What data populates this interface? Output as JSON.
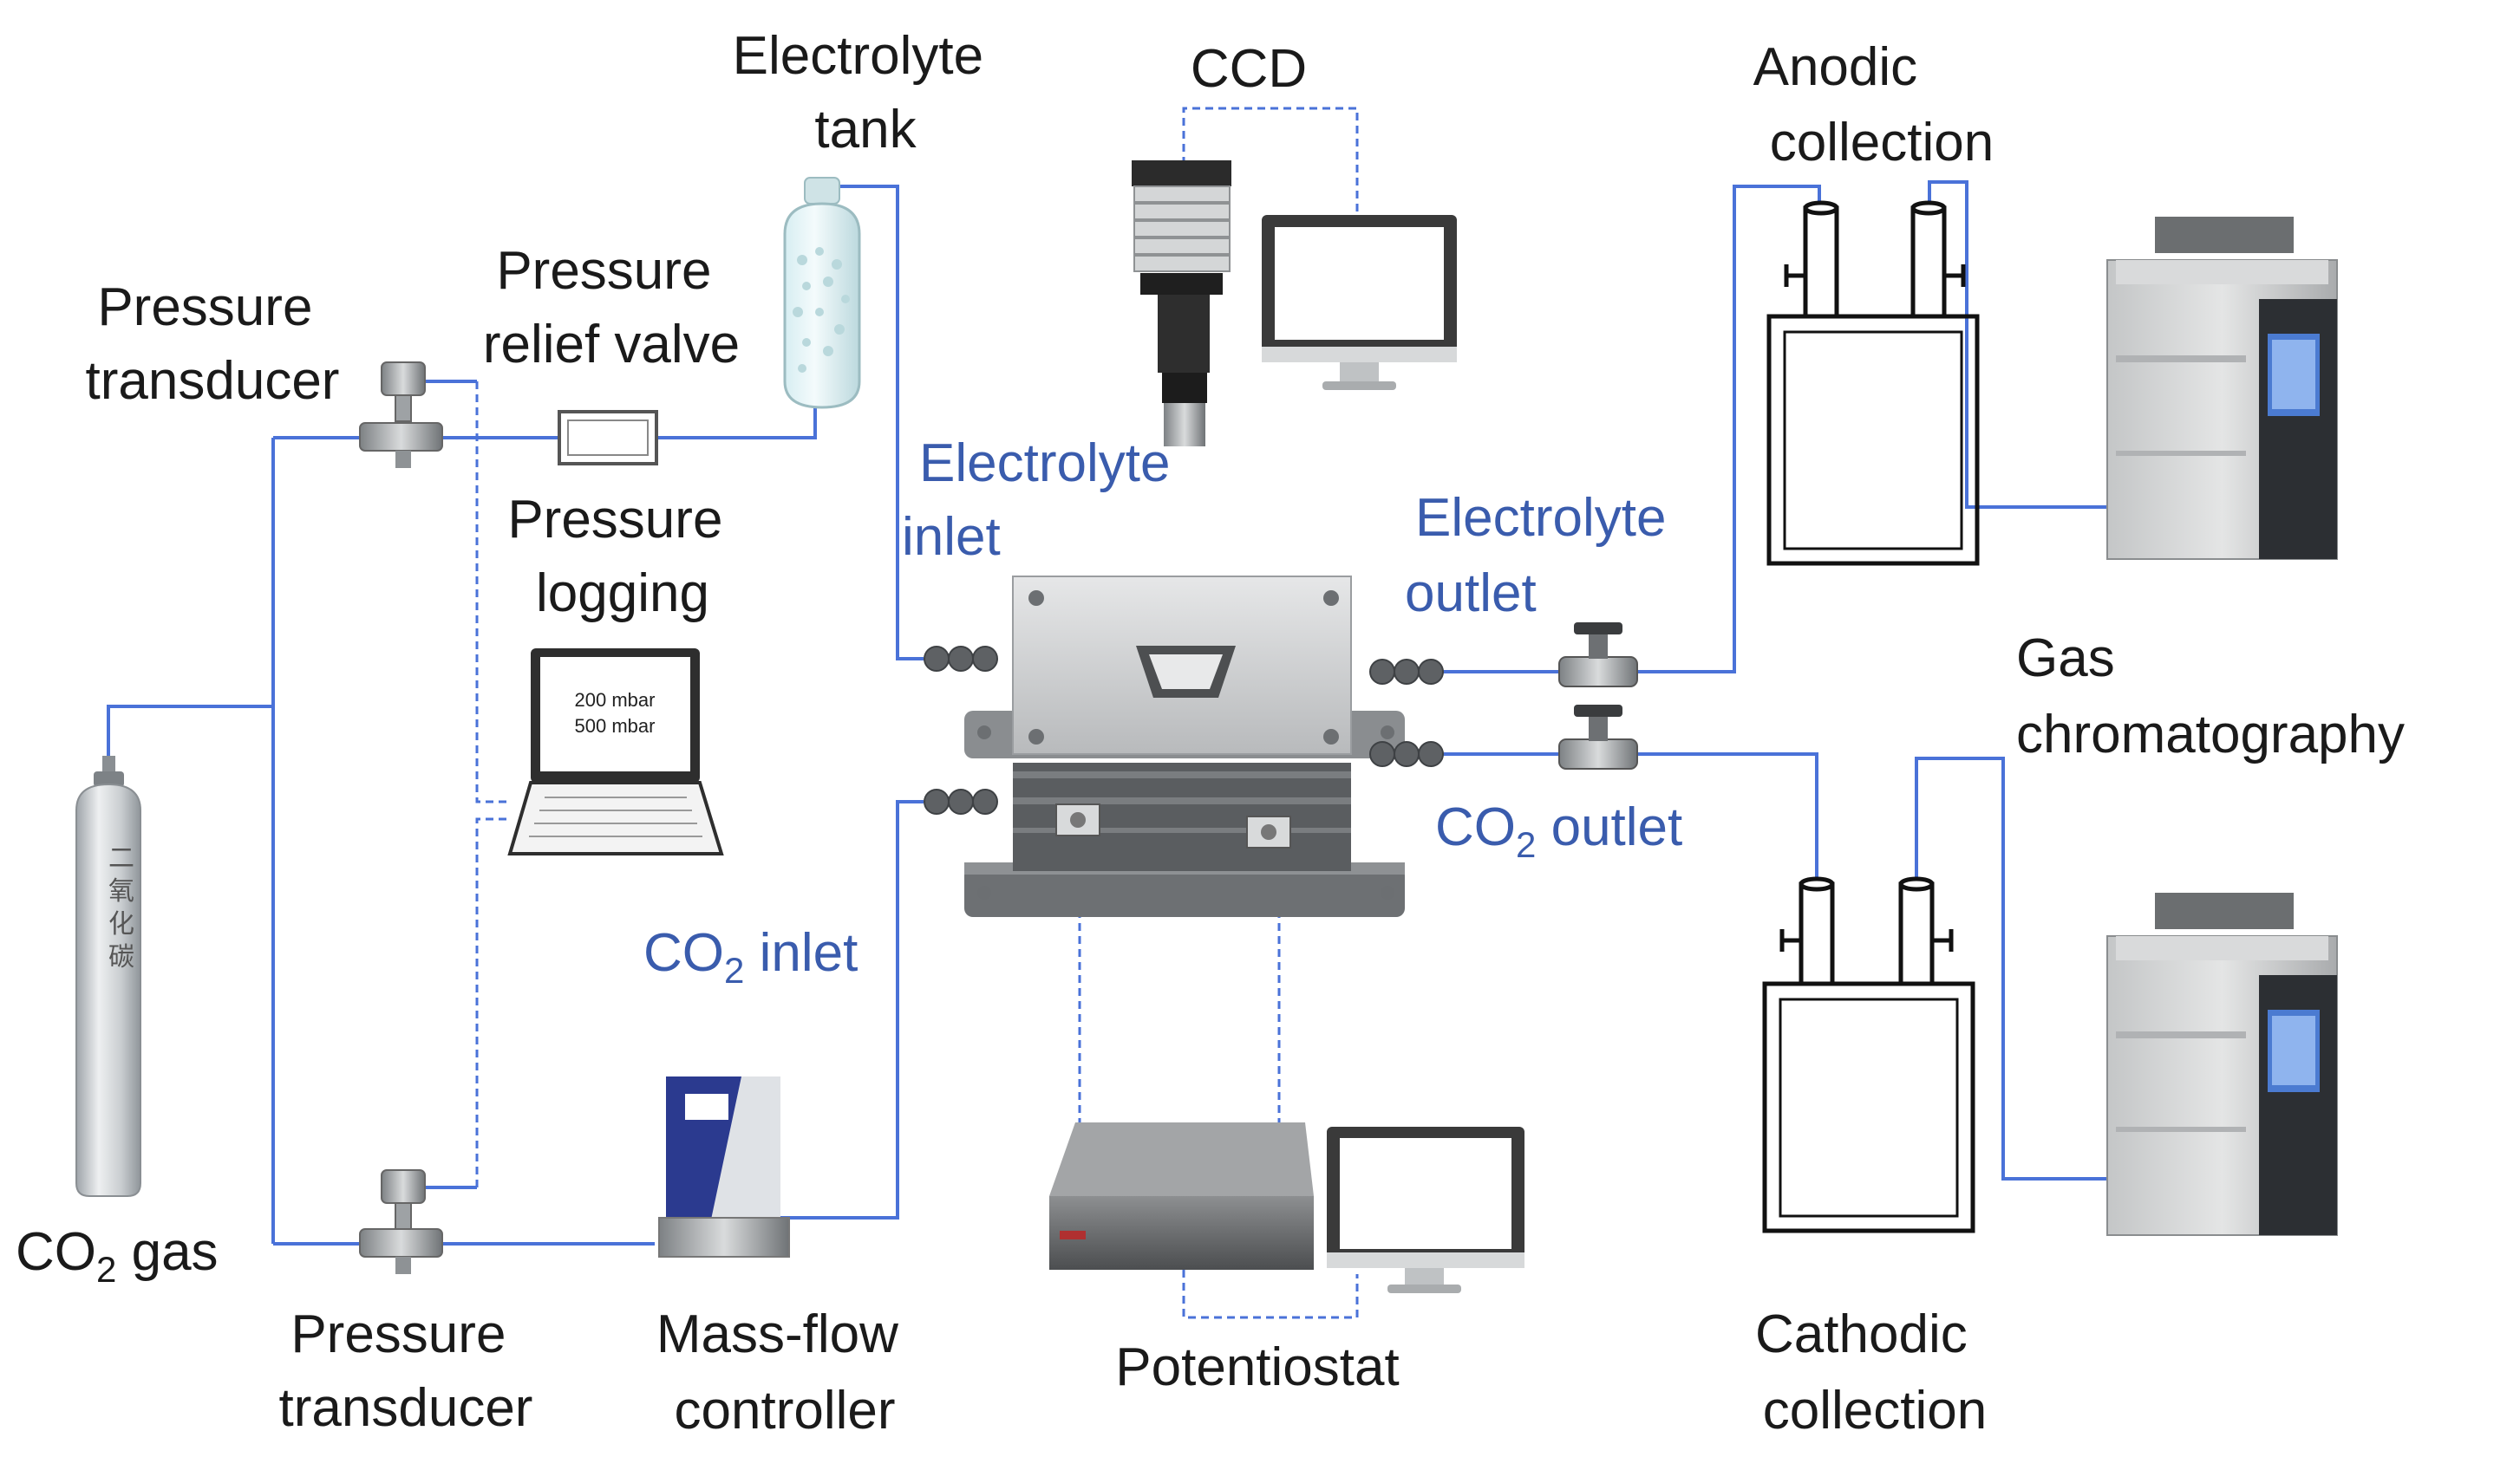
{
  "labels": {
    "electrolyte_tank": [
      "Electrolyte",
      "tank"
    ],
    "ccd": "CCD",
    "anodic_collection": [
      "Anodic",
      "collection"
    ],
    "pressure_transducer_top": [
      "Pressure",
      "transducer"
    ],
    "pressure_relief_valve": [
      "Pressure",
      "relief valve"
    ],
    "electrolyte_inlet": [
      "Electrolyte",
      "inlet"
    ],
    "pressure_logging": [
      "Pressure",
      "logging"
    ],
    "electrolyte_outlet": [
      "Electrolyte",
      "outlet"
    ],
    "gas_chromatography": [
      "Gas",
      "chromatography"
    ],
    "co2_outlet": {
      "pre": "CO",
      "sub": "2",
      "post": " outlet"
    },
    "co2_inlet": {
      "pre": "CO",
      "sub": "2",
      "post": " inlet"
    },
    "co2_gas": {
      "pre": "CO",
      "sub": "2",
      "post": " gas"
    },
    "pressure_transducer_bottom": [
      "Pressure",
      "transducer"
    ],
    "mass_flow_controller": [
      "Mass-flow",
      "controller"
    ],
    "potentiostat": "Potentiostat",
    "cathodic_collection": [
      "Cathodic",
      "collection"
    ]
  },
  "laptop_screen": [
    "200 mbar",
    "500 mbar"
  ],
  "cylinder_text": [
    "二",
    "氧",
    "化",
    "碳"
  ],
  "colors": {
    "text": "#1a1a1a",
    "blue_label": "#3a5cad",
    "pipe": "#4a72d8",
    "dashed": "#4a72d8"
  }
}
